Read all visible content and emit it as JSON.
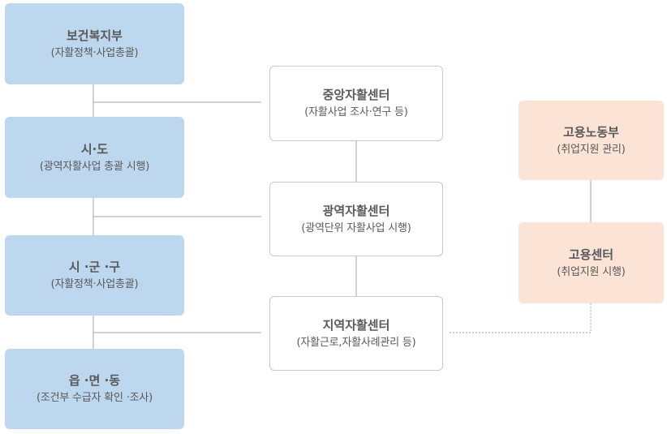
{
  "boxes": {
    "mohw": {
      "title": "보건복지부",
      "sub": "(자활정책·사업총괄)"
    },
    "sido": {
      "title": "시·도",
      "sub": "(광역자활사업 총괄 시행)"
    },
    "sigungu": {
      "title": "시 ·군 ·구",
      "sub": "(자활정책·사업총괄)"
    },
    "eupmyeondong": {
      "title": "읍 ·면 ·동",
      "sub": "(조건부 수급자 확인 ·조사)"
    },
    "central": {
      "title": "중앙자활센터",
      "sub": "(자활사업 조사·연구 등)"
    },
    "regional": {
      "title": "광역자활센터",
      "sub": "(광역단위 자활사업 시행)"
    },
    "local": {
      "title": "지역자활센터",
      "sub": "(자활근로,자활사례관리 등)"
    },
    "moel": {
      "title": "고용노동부",
      "sub": "(취업지원 관리)"
    },
    "jobcenter": {
      "title": "고용센터",
      "sub": "(취업지원 시행)"
    }
  },
  "colors": {
    "gov_fill": "#bdd7ee",
    "labor_fill": "#fbe3d5",
    "center_border": "#c8c8c8",
    "connector": "#a6a6a6",
    "text": "#595959"
  }
}
